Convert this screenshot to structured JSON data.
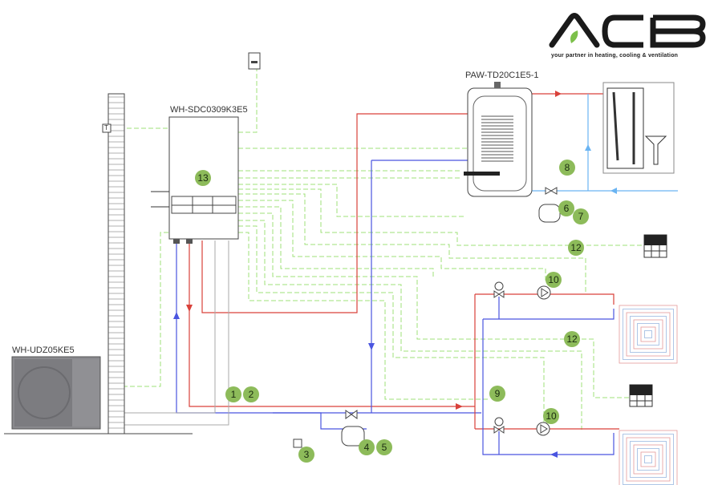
{
  "logo": {
    "text": "ACB",
    "tagline": "your partner in heating, cooling & ventilation",
    "leaf_color": "#7cc04a"
  },
  "components": {
    "indoor_unit": "WH-SDC0309K3E5",
    "outdoor_unit": "WH-UDZ05KE5",
    "dhw_tank": "PAW-TD20C1E5-1"
  },
  "sensor_label": "T",
  "badges": [
    "13",
    "8",
    "6",
    "7",
    "12",
    "10",
    "12",
    "9",
    "10",
    "1",
    "2",
    "3",
    "4",
    "5"
  ],
  "colors": {
    "flow": "#d9413a",
    "return": "#4a55e0",
    "cold_water": "#6ab4f2",
    "signal": "#9fe07a",
    "badge": "#8dbb5a"
  }
}
